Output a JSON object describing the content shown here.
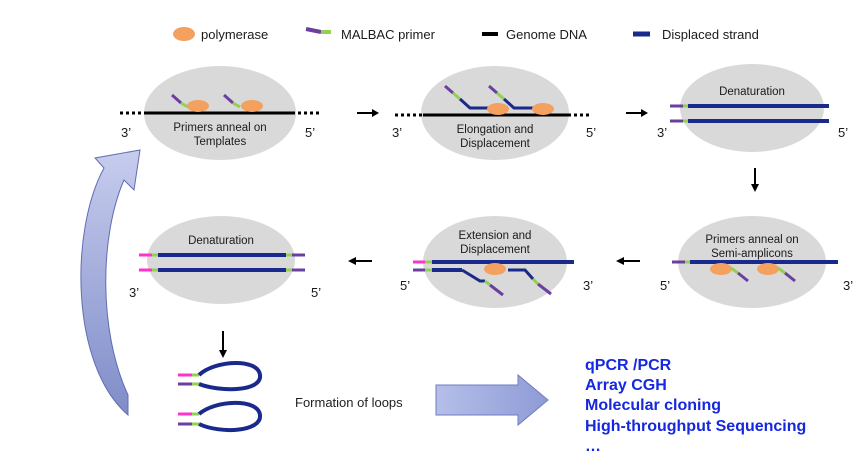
{
  "colors": {
    "polymerase": "#f4a05e",
    "primer_purple": "#6b3fa0",
    "primer_green": "#92d050",
    "primer_pink": "#ff33cc",
    "genome": "#000000",
    "displaced": "#1a2a8c",
    "oval": "#d9d9d9",
    "outputs": "#1528e0",
    "arrow_fill": "#9aa6dc"
  },
  "legend": {
    "polymerase": "polymerase",
    "primer": "MALBAC primer",
    "genome": "Genome DNA",
    "displaced": "Displaced strand"
  },
  "steps": {
    "s1": {
      "line1": "Primers anneal on",
      "line2": "Templates",
      "left_end": "3’",
      "right_end": "5’"
    },
    "s2": {
      "line1": "Elongation and",
      "line2": "Displacement",
      "left_end": "3’",
      "right_end": "5’"
    },
    "s3": {
      "title": "Denaturation",
      "left_end": "3’",
      "right_end": "5’"
    },
    "s4": {
      "line1": "Primers anneal on",
      "line2": "Semi-amplicons",
      "left_end": "5’",
      "right_end": "3’"
    },
    "s5": {
      "line1": "Extension and",
      "line2": "Displacement",
      "left_end": "5’",
      "right_end": "3’"
    },
    "s6": {
      "title": "Denaturation",
      "left_end": "3’",
      "right_end": "5’"
    }
  },
  "loops_label": "Formation of loops",
  "outputs": [
    "qPCR /PCR",
    "Array CGH",
    "Molecular cloning",
    "High-throughput Sequencing",
    "…"
  ]
}
